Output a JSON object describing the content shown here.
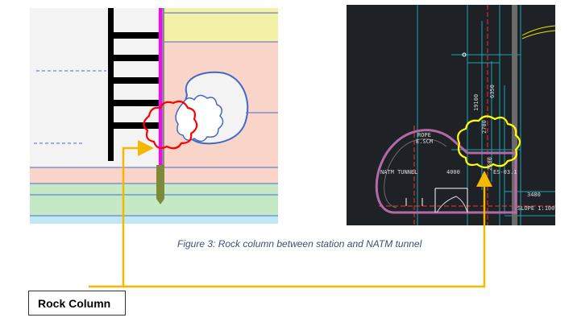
{
  "caption": "Figure 3: Rock column between station and NATM tunnel",
  "callout_label": "Rock Column",
  "cad_labels": {
    "dim_vertical_a": "19100",
    "dim_vertical_b": "6350",
    "dim_vertical_c": "2700",
    "dim_vertical_d": "2500",
    "dim_horizontal": "4000",
    "tunnel_name": "NATM TUNNEL",
    "note_a": "ROPE",
    "note_b": "E.SCM",
    "section_ref": "ES-03.1",
    "right_dim": "3480",
    "slope_note": "SLOPE 1:100"
  },
  "colors": {
    "highlight_left": "#ff0000",
    "highlight_right": "#ffff00",
    "connector": "#f5b800",
    "station_wall": "#ff00ff",
    "tunnel_outline": "#4466cc"
  }
}
